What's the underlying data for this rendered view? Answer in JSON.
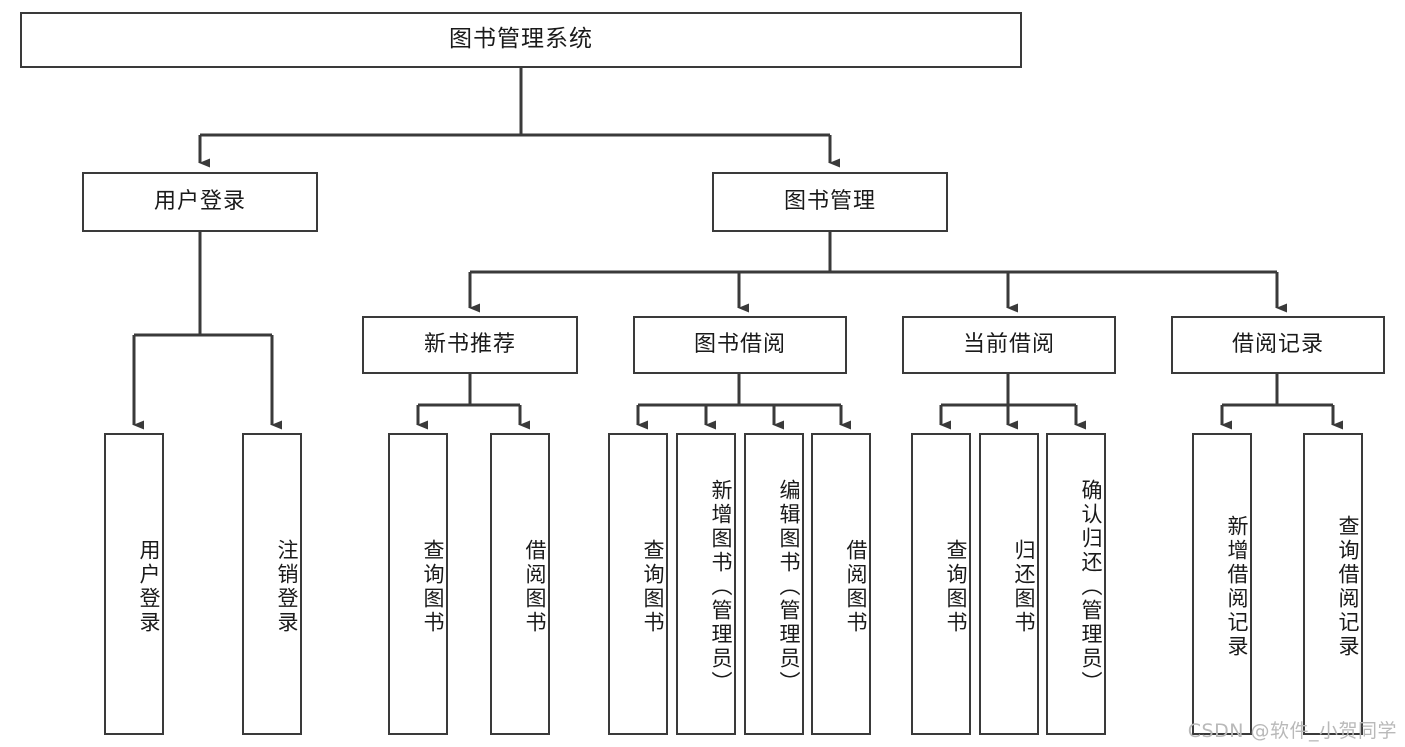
{
  "diagram": {
    "title": "图书管理系统",
    "root": {
      "label": "图书管理系统"
    },
    "level1": [
      {
        "label": "用户登录"
      },
      {
        "label": "图书管理"
      }
    ],
    "level2": [
      {
        "label": "新书推荐"
      },
      {
        "label": "图书借阅"
      },
      {
        "label": "当前借阅"
      },
      {
        "label": "借阅记录"
      }
    ],
    "leaves": {
      "user_login": [
        {
          "label": "用户登录"
        },
        {
          "label": "注销登录"
        }
      ],
      "new_book_recommend": [
        {
          "label": "查询图书"
        },
        {
          "label": "借阅图书"
        }
      ],
      "book_borrow": [
        {
          "label": "查询图书"
        },
        {
          "label": "新增图书（管理员）"
        },
        {
          "label": "编辑图书（管理员）"
        },
        {
          "label": "借阅图书"
        }
      ],
      "current_borrow": [
        {
          "label": "查询图书"
        },
        {
          "label": "归还图书"
        },
        {
          "label": "确认归还（管理员）"
        }
      ],
      "borrow_record": [
        {
          "label": "新增借阅记录"
        },
        {
          "label": "查询借阅记录"
        }
      ]
    }
  },
  "watermark": {
    "text": "CSDN @软件_小贺同学"
  },
  "colors": {
    "stroke": "#3a3a3a",
    "box_fill": "#ffffff",
    "text": "#1a1a1a",
    "watermark": "#b9b9b9",
    "background": "#ffffff"
  }
}
